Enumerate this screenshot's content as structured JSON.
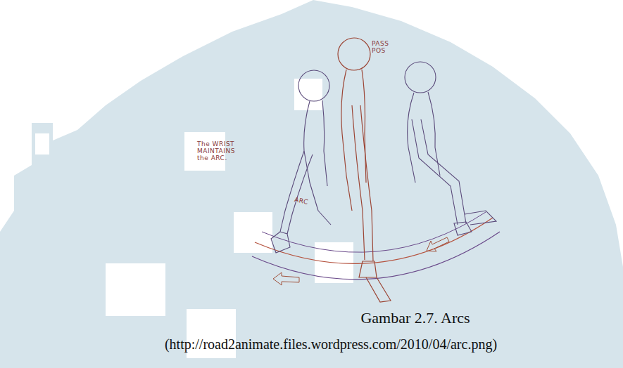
{
  "diagram": {
    "caption": "Gambar 2.7. Arcs",
    "labels": [
      "PASS POS",
      "The WRIST MAINTAINS the ARC.",
      "ARC",
      "(http://road2animate.files.wordpress.com/2010/04/arc.png)"
    ]
  }
}
